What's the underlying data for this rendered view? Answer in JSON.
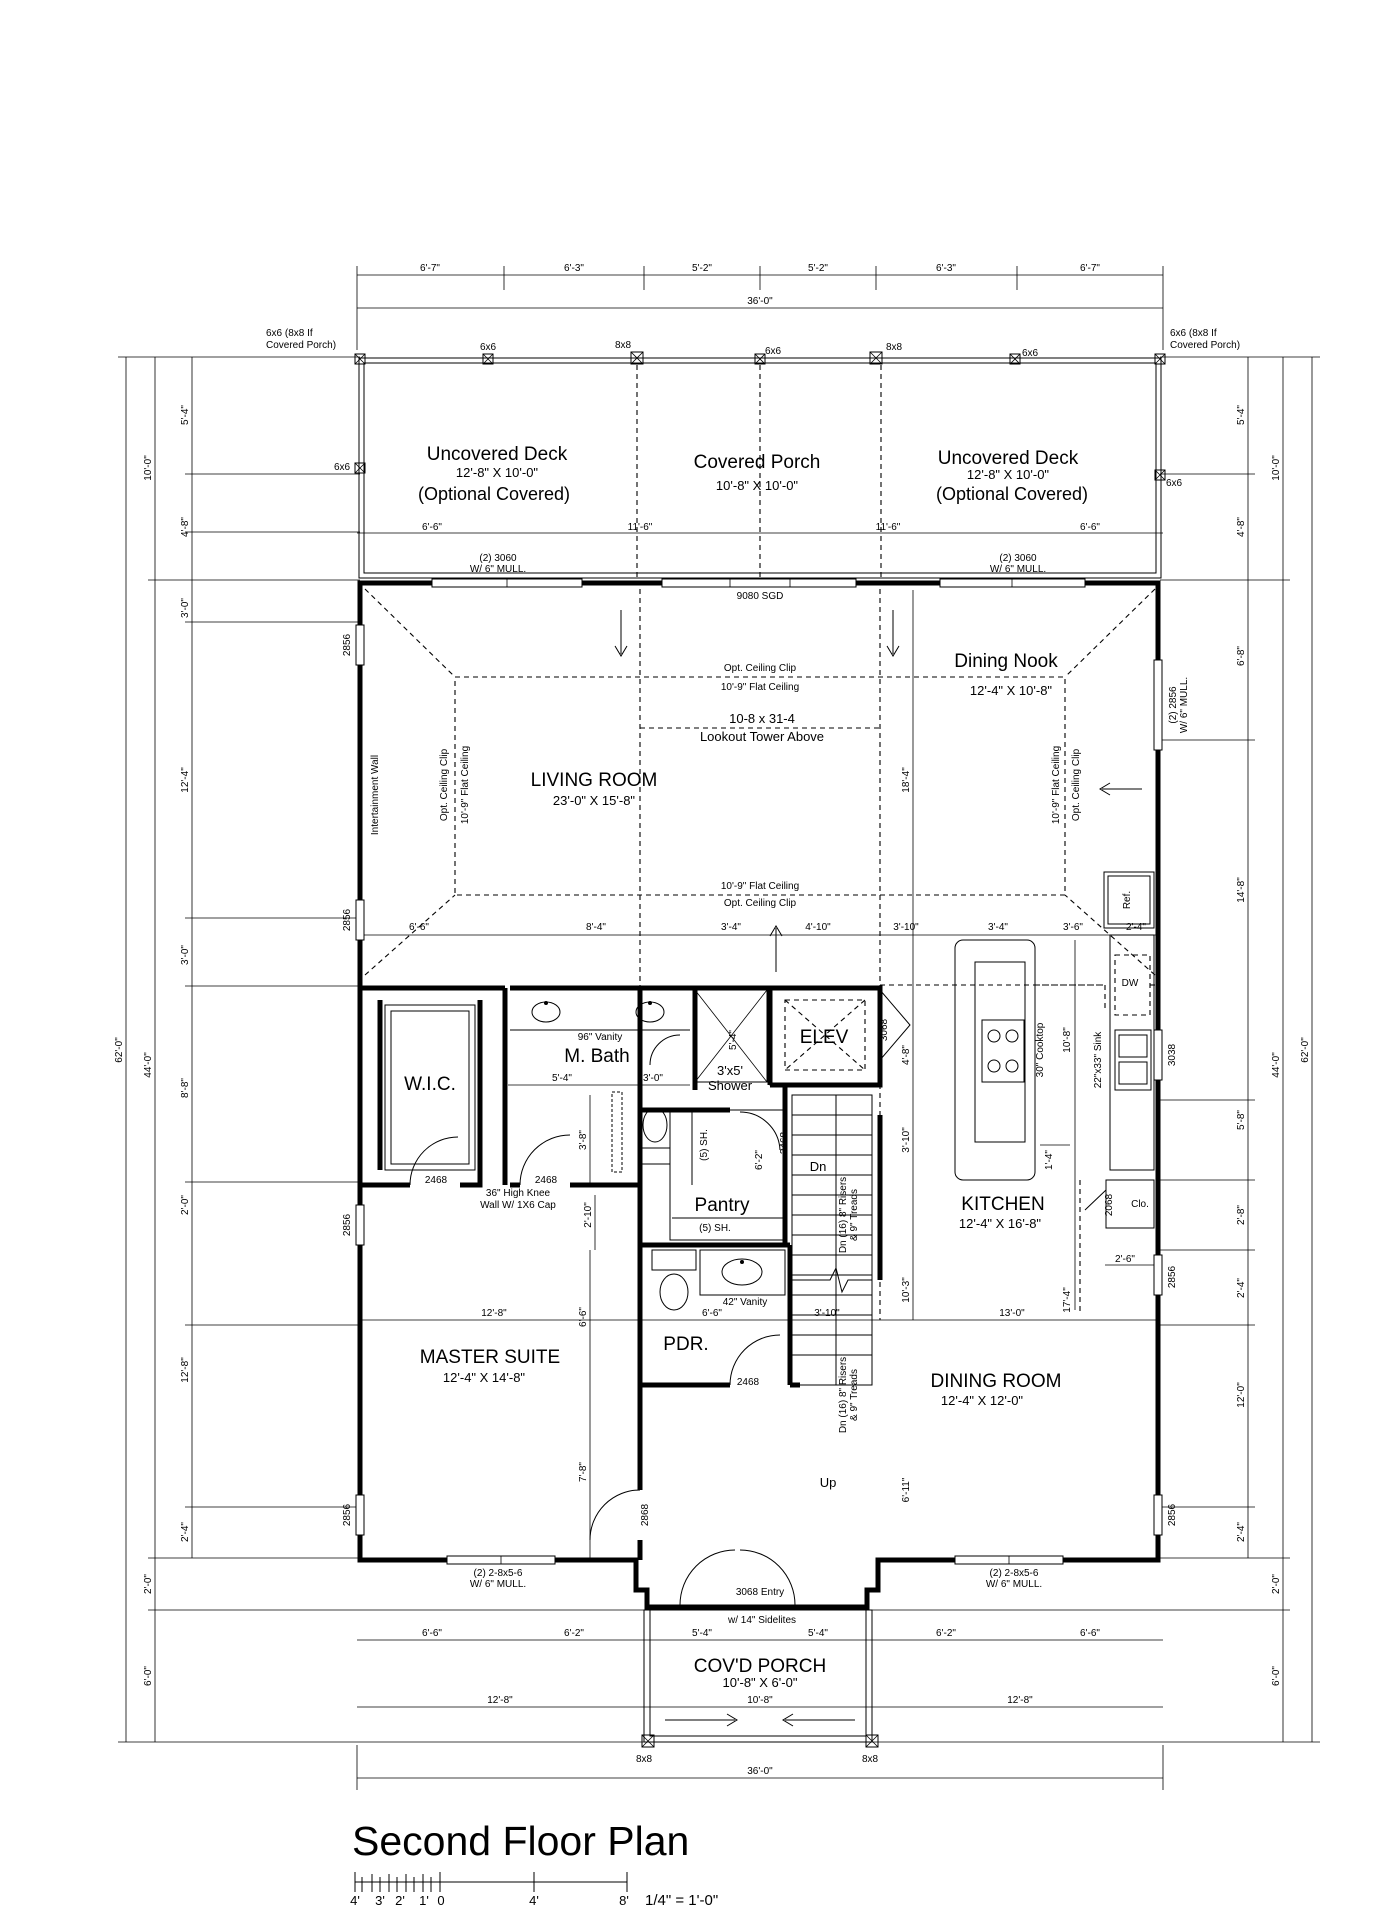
{
  "plan": {
    "title": "Second Floor Plan",
    "scale_label": "1/4\" = 1'-0\"",
    "scale_ticks": [
      "4'",
      "3'",
      "2'",
      "1'",
      "0",
      "4'",
      "8'"
    ]
  },
  "top_dims": [
    "6'-7\"",
    "6'-3\"",
    "5'-2\"",
    "5'-2\"",
    "6'-3\"",
    "6'-7\""
  ],
  "overall_width": "36'-0\"",
  "posts": {
    "corner_left": [
      "6x6 (8x8 If",
      "Covered Porch)"
    ],
    "corner_right": [
      "6x6 (8x8 If",
      "Covered Porch)"
    ],
    "p6x6": "6x6",
    "p8x8": "8x8"
  },
  "rooms": {
    "deck_left": {
      "name": "Uncovered Deck",
      "size": "12'-8\" X 10'-0\"",
      "note": "(Optional Covered)"
    },
    "porch": {
      "name": "Covered Porch",
      "size": "10'-8\" X 10'-0\""
    },
    "deck_right": {
      "name": "Uncovered Deck",
      "size": "12'-8\" X 10'-0\"",
      "note": "(Optional Covered)"
    },
    "living": {
      "name": "LIVING ROOM",
      "size": "23'-0\" X 15'-8\""
    },
    "nook": {
      "name": "Dining Nook",
      "size": "12'-4\" X 10'-8\""
    },
    "wic": {
      "name": "W.I.C."
    },
    "mbath": {
      "name": "M. Bath",
      "vanity": "96\" Vanity"
    },
    "elev": {
      "name": "ELEV"
    },
    "kitchen": {
      "name": "KITCHEN",
      "size": "12'-4\" X 16'-8\""
    },
    "pantry": {
      "name": "Pantry",
      "shelf": "(5) SH."
    },
    "master": {
      "name": "MASTER SUITE",
      "size": "12'-4\" X 14'-8\""
    },
    "pdr": {
      "name": "PDR.",
      "vanity": "42\" Vanity"
    },
    "dining": {
      "name": "DINING ROOM",
      "size": "12'-4\" X 12'-0\""
    },
    "covporch": {
      "name": "COV'D PORCH",
      "size": "10'-8\" X 6'-0\""
    }
  },
  "notes": {
    "win_top_left": [
      "(2) 3060",
      "W/ 6\" MULL."
    ],
    "win_top_right": [
      "(2) 3060",
      "W/ 6\" MULL."
    ],
    "sgd": "9080 SGD",
    "ceiling_clip": "Opt. Ceiling Clip",
    "flat_ceiling": "10'-9\" Flat Ceiling",
    "tower": [
      "10-8 x 31-4",
      "Lookout Tower Above"
    ],
    "ent_wall": "Intertainment Wall",
    "shower": [
      "3'x5'",
      "Shower"
    ],
    "knee_wall": [
      "36\"  High Knee",
      "Wall W/ 1X6 Cap"
    ],
    "shelf_sh": "(5) SH.",
    "dn": "Dn",
    "stairs_dn": [
      "Dn (16) 8\" Risers",
      "& 9\" Treads"
    ],
    "up": "Up",
    "entry": "3068 Entry",
    "sidelites": "w/ 14\" Sidelites",
    "win_bot_left": [
      "(2) 2-8x5-6",
      "W/ 6\" MULL."
    ],
    "win_bot_right": [
      "(2) 2-8x5-6",
      "W/ 6\" MULL."
    ],
    "win_right": [
      "(2) 2856",
      "W/ 6\" MULL."
    ],
    "ref": "Ref.",
    "dw": "DW",
    "cooktop": "30\" Cooktop",
    "sink": "22\"x33\" Sink",
    "clo": "Clo.",
    "w2856": "2856",
    "w3038": "3038",
    "w3068": "3068",
    "w2468": "2468",
    "w2868": "2868",
    "w2068": "2068"
  },
  "dims": {
    "deck_left_a": "6'-6\"",
    "deck_mid_l": "11'-6\"",
    "deck_mid_r": "11'-6\"",
    "deck_right_a": "6'-6\"",
    "liv_a": "6'-6\"",
    "liv_b": "8'-4\"",
    "liv_c": "3'-4\"",
    "liv_d": "4'-10\"",
    "liv_e": "3'-10\"",
    "liv_f": "3'-4\"",
    "liv_g": "3'-6\"",
    "liv_h": "2'-4\"",
    "bath_w": "5'-4\"",
    "bath_x": "3'-0\"",
    "sh_v": "5'-4\"",
    "bath_v": "3'-8\"",
    "pan_v": "6'-2\"",
    "pan_h": "2'-10\"",
    "kit_v1": "4'-8\"",
    "kit_v2": "3'-10\"",
    "isl_v": "1'-4\"",
    "clo_h": "2'-6\"",
    "mas_w": "12'-8\"",
    "mas_v": "6'-6\"",
    "pdr_w": "6'-6\"",
    "st_w": "3'-10\"",
    "din_w": "13'-0\"",
    "mas_v2": "7'-8\"",
    "din_v": "6'-11\"",
    "kit_v3": "10'-3\"",
    "liv_18": "18'-4\"",
    "kit_108": "10'-8\"",
    "kit_174": "17'-4\"",
    "cp_a": "6'-6\"",
    "cp_b": "6'-2\"",
    "cp_c": "5'-4\"",
    "cp_d": "5'-4\"",
    "cp_e": "6'-2\"",
    "cp_f": "6'-6\"",
    "cp_g": "12'-8\"",
    "cp_h": "10'-8\"",
    "cp_i": "12'-8\""
  },
  "left_dims": {
    "outer": "62'-0\"",
    "mid": "44'-0\"",
    "a": "10'-0\"",
    "b": "2'-0\"",
    "c": "6'-0\"",
    "i1": "5'-4\"",
    "i2": "4'-8\"",
    "i3": "3'-0\"",
    "i4": "12'-4\"",
    "i5": "3'-0\"",
    "i6": "8'-8\"",
    "i7": "2'-0\"",
    "i8": "12'-8\"",
    "i9": "2'-4\""
  },
  "right_dims": {
    "outer": "62'-0\"",
    "mid": "44'-0\"",
    "a": "10'-0\"",
    "b": "2'-0\"",
    "c": "6'-0\"",
    "i1": "5'-4\"",
    "i2": "4'-8\"",
    "i3": "6'-8\"",
    "i4": "14'-8\"",
    "i5": "5'-8\"",
    "i6": "2'-8\"",
    "i7": "2'-4\"",
    "i8": "12'-0\"",
    "i9": "2'-4\""
  }
}
